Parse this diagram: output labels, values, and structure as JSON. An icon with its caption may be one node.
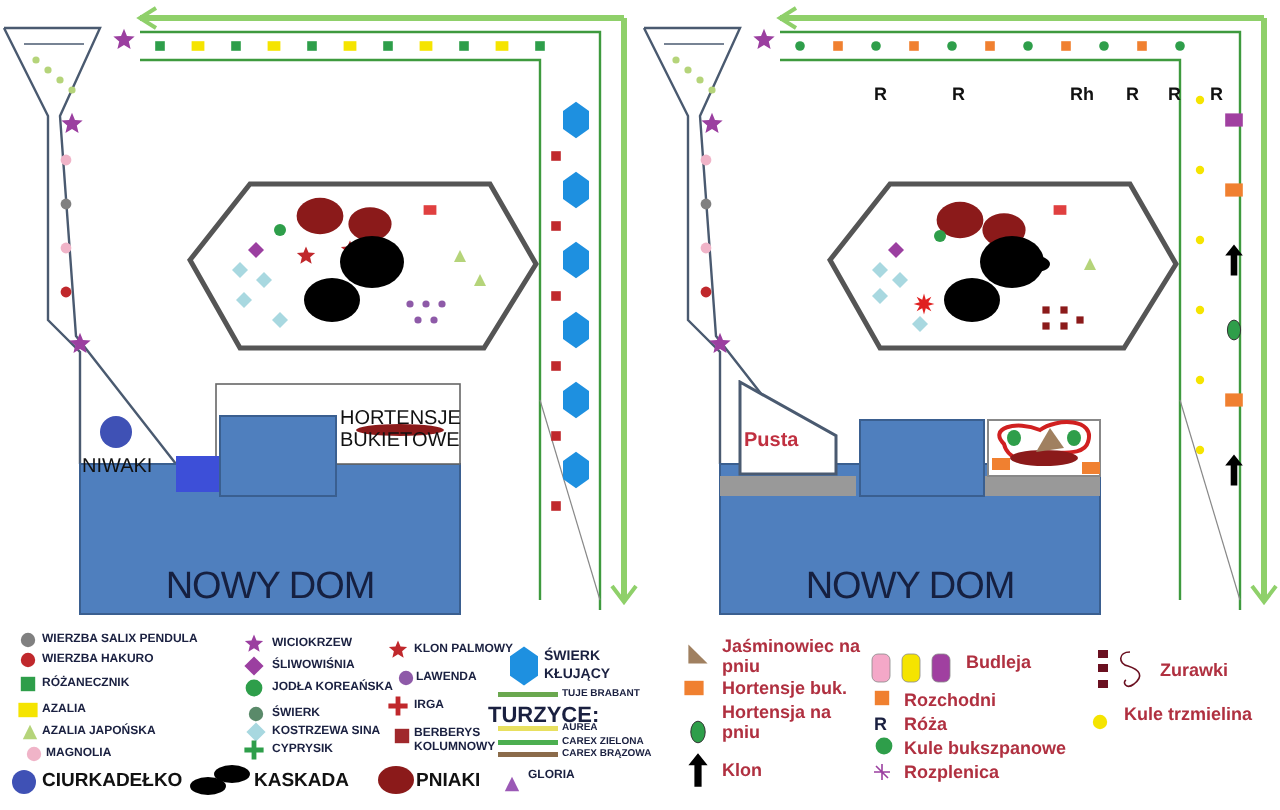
{
  "diagram": {
    "nodes": [
      {
        "text": [
          "NOWY DOM"
        ]
      },
      {
        "text": [
          "Pusta"
        ]
      },
      {
        "text": [
          "NOWY DOM"
        ]
      }
    ],
    "labels": [
      "NIWAKI",
      "HORTENSJE BUKIETOWE",
      "R",
      "R",
      "Rh",
      "R",
      "R",
      "R",
      "TURZYCE:",
      "R"
    ],
    "legend": [
      {
        "text": "WIERZBA SALIX PENDULA",
        "color": "#808080"
      },
      {
        "text": "WIERZBA HAKURO",
        "color": "#c0282c"
      },
      {
        "text": "RÓŻANECZNIK",
        "color": "#2e9e4a"
      },
      {
        "text": "AZALIA",
        "color": "#f5e400"
      },
      {
        "text": "AZALIA JAPOŃSKA",
        "color": "#b5d47a"
      },
      {
        "text": "MAGNOLIA",
        "color": "#f0b4c8"
      },
      {
        "text": "CIURKADEŁKO",
        "color": "#3f51b5"
      },
      {
        "text": "KASKADA",
        "color": "#000000"
      },
      {
        "text": "WICIOKRZEW",
        "color": "#9b3fa0"
      },
      {
        "text": "ŚLIWOWIŚNIA",
        "color": "#9b3fa0"
      },
      {
        "text": "JODŁA KOREAŃSKA",
        "color": "#2e9e4a"
      },
      {
        "text": "ŚWIERK",
        "color": "#5a8a6a"
      },
      {
        "text": "KOSTRZEWA SINA",
        "color": "#a8d8e0"
      },
      {
        "text": "CYPRYSIK",
        "color": "#2e9e4a"
      },
      {
        "text": "KLON PALMOWY",
        "color": "#c0282c"
      },
      {
        "text": "LAWENDA",
        "color": "#8e5aa8"
      },
      {
        "text": "IRGA",
        "color": "#c0282c"
      },
      {
        "text": "BERBERYS KOLUMNOWY",
        "color": "#a0282c"
      },
      {
        "text": "PNIAKI",
        "color": "#8b1a1a"
      },
      {
        "text": "ŚWIERK KŁUJĄCY",
        "color": "#1e90e0"
      },
      {
        "text": "TUJE BRABANT",
        "color": "#6aa84f"
      },
      {
        "text": "AUREA",
        "color": "#e8e060"
      },
      {
        "text": "CAREX ZIELONA",
        "color": "#4caf50"
      },
      {
        "text": "CAREX BRĄZOWA",
        "color": "#8b6b4a"
      },
      {
        "text": "GLORIA",
        "color": "#9b59b6"
      },
      {
        "text": "Jaśminowiec na pniu",
        "color": "#a08060"
      },
      {
        "text": "Hortensje buk.",
        "color": "#f08030"
      },
      {
        "text": "Hortensja na pniu",
        "color": "#2e9e4a"
      },
      {
        "text": "Klon",
        "color": "#000000"
      },
      {
        "text": "Budleja"
      },
      {
        "text": "Rozchodni",
        "color": "#f08030"
      },
      {
        "text": "Róża"
      },
      {
        "text": "Kule bukszpanowe",
        "color": "#2e9e4a"
      },
      {
        "text": "Rozplenica",
        "color": "#9b3fa0"
      },
      {
        "text": "Zurawki"
      },
      {
        "text": "Kule trzmielina",
        "color": "#f5e400"
      }
    ]
  }
}
